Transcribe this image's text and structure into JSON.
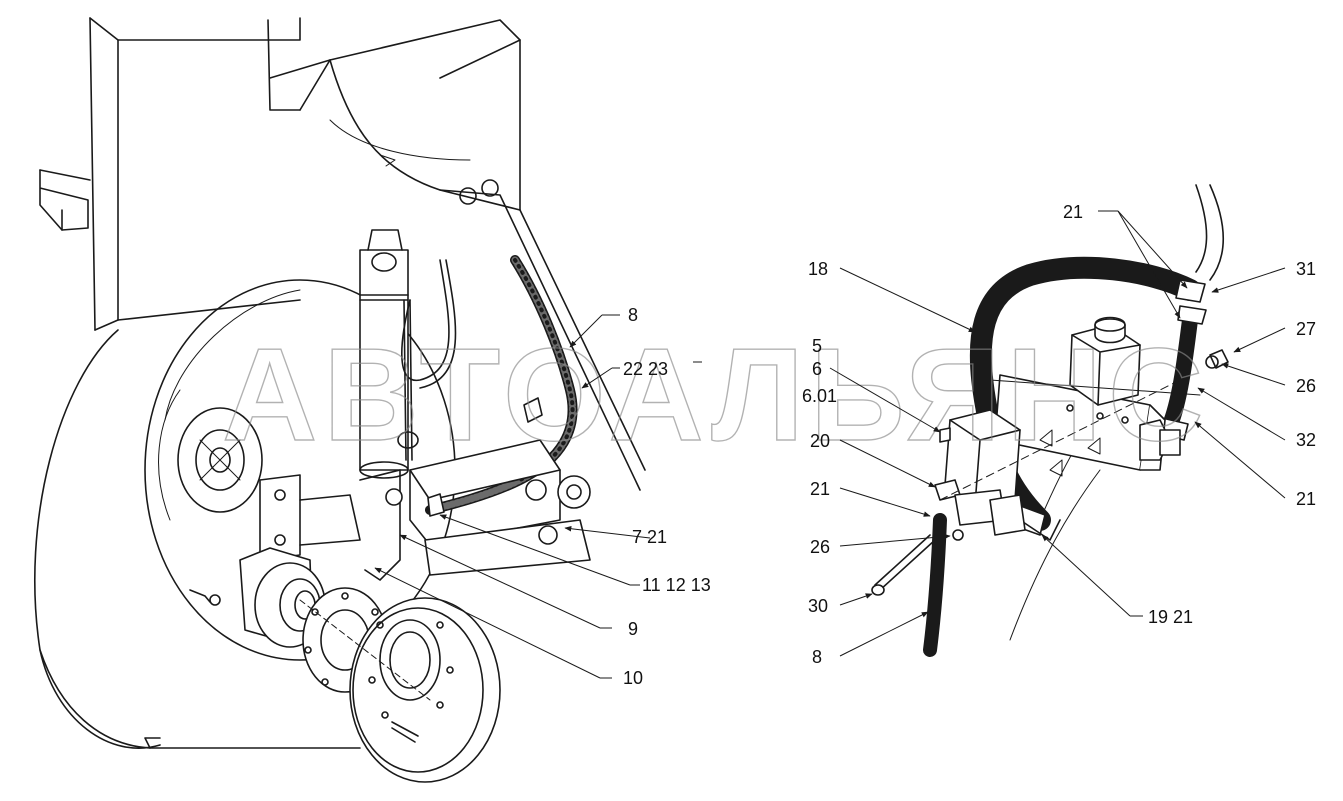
{
  "watermark": {
    "text": "АВТОАЛЬЯНС"
  },
  "callouts": {
    "left": [
      {
        "id": "c8a",
        "text": "8"
      },
      {
        "id": "c2223",
        "text": "22  23"
      },
      {
        "id": "c721",
        "text": "7  21"
      },
      {
        "id": "c111213",
        "text": "11  12  13"
      },
      {
        "id": "c9",
        "text": "9"
      },
      {
        "id": "c10",
        "text": "10"
      }
    ],
    "right": [
      {
        "id": "r21a",
        "text": "21"
      },
      {
        "id": "r18",
        "text": "18"
      },
      {
        "id": "r31",
        "text": "31"
      },
      {
        "id": "r27",
        "text": "27"
      },
      {
        "id": "r5",
        "text": "5"
      },
      {
        "id": "r6",
        "text": "6"
      },
      {
        "id": "r601",
        "text": "6.01"
      },
      {
        "id": "r26a",
        "text": "26"
      },
      {
        "id": "r20",
        "text": "20"
      },
      {
        "id": "r32",
        "text": "32"
      },
      {
        "id": "r21b",
        "text": "21"
      },
      {
        "id": "r21c",
        "text": "21"
      },
      {
        "id": "r26b",
        "text": "26"
      },
      {
        "id": "r30",
        "text": "30"
      },
      {
        "id": "r1921",
        "text": "19  21"
      },
      {
        "id": "r8",
        "text": "8"
      }
    ]
  }
}
